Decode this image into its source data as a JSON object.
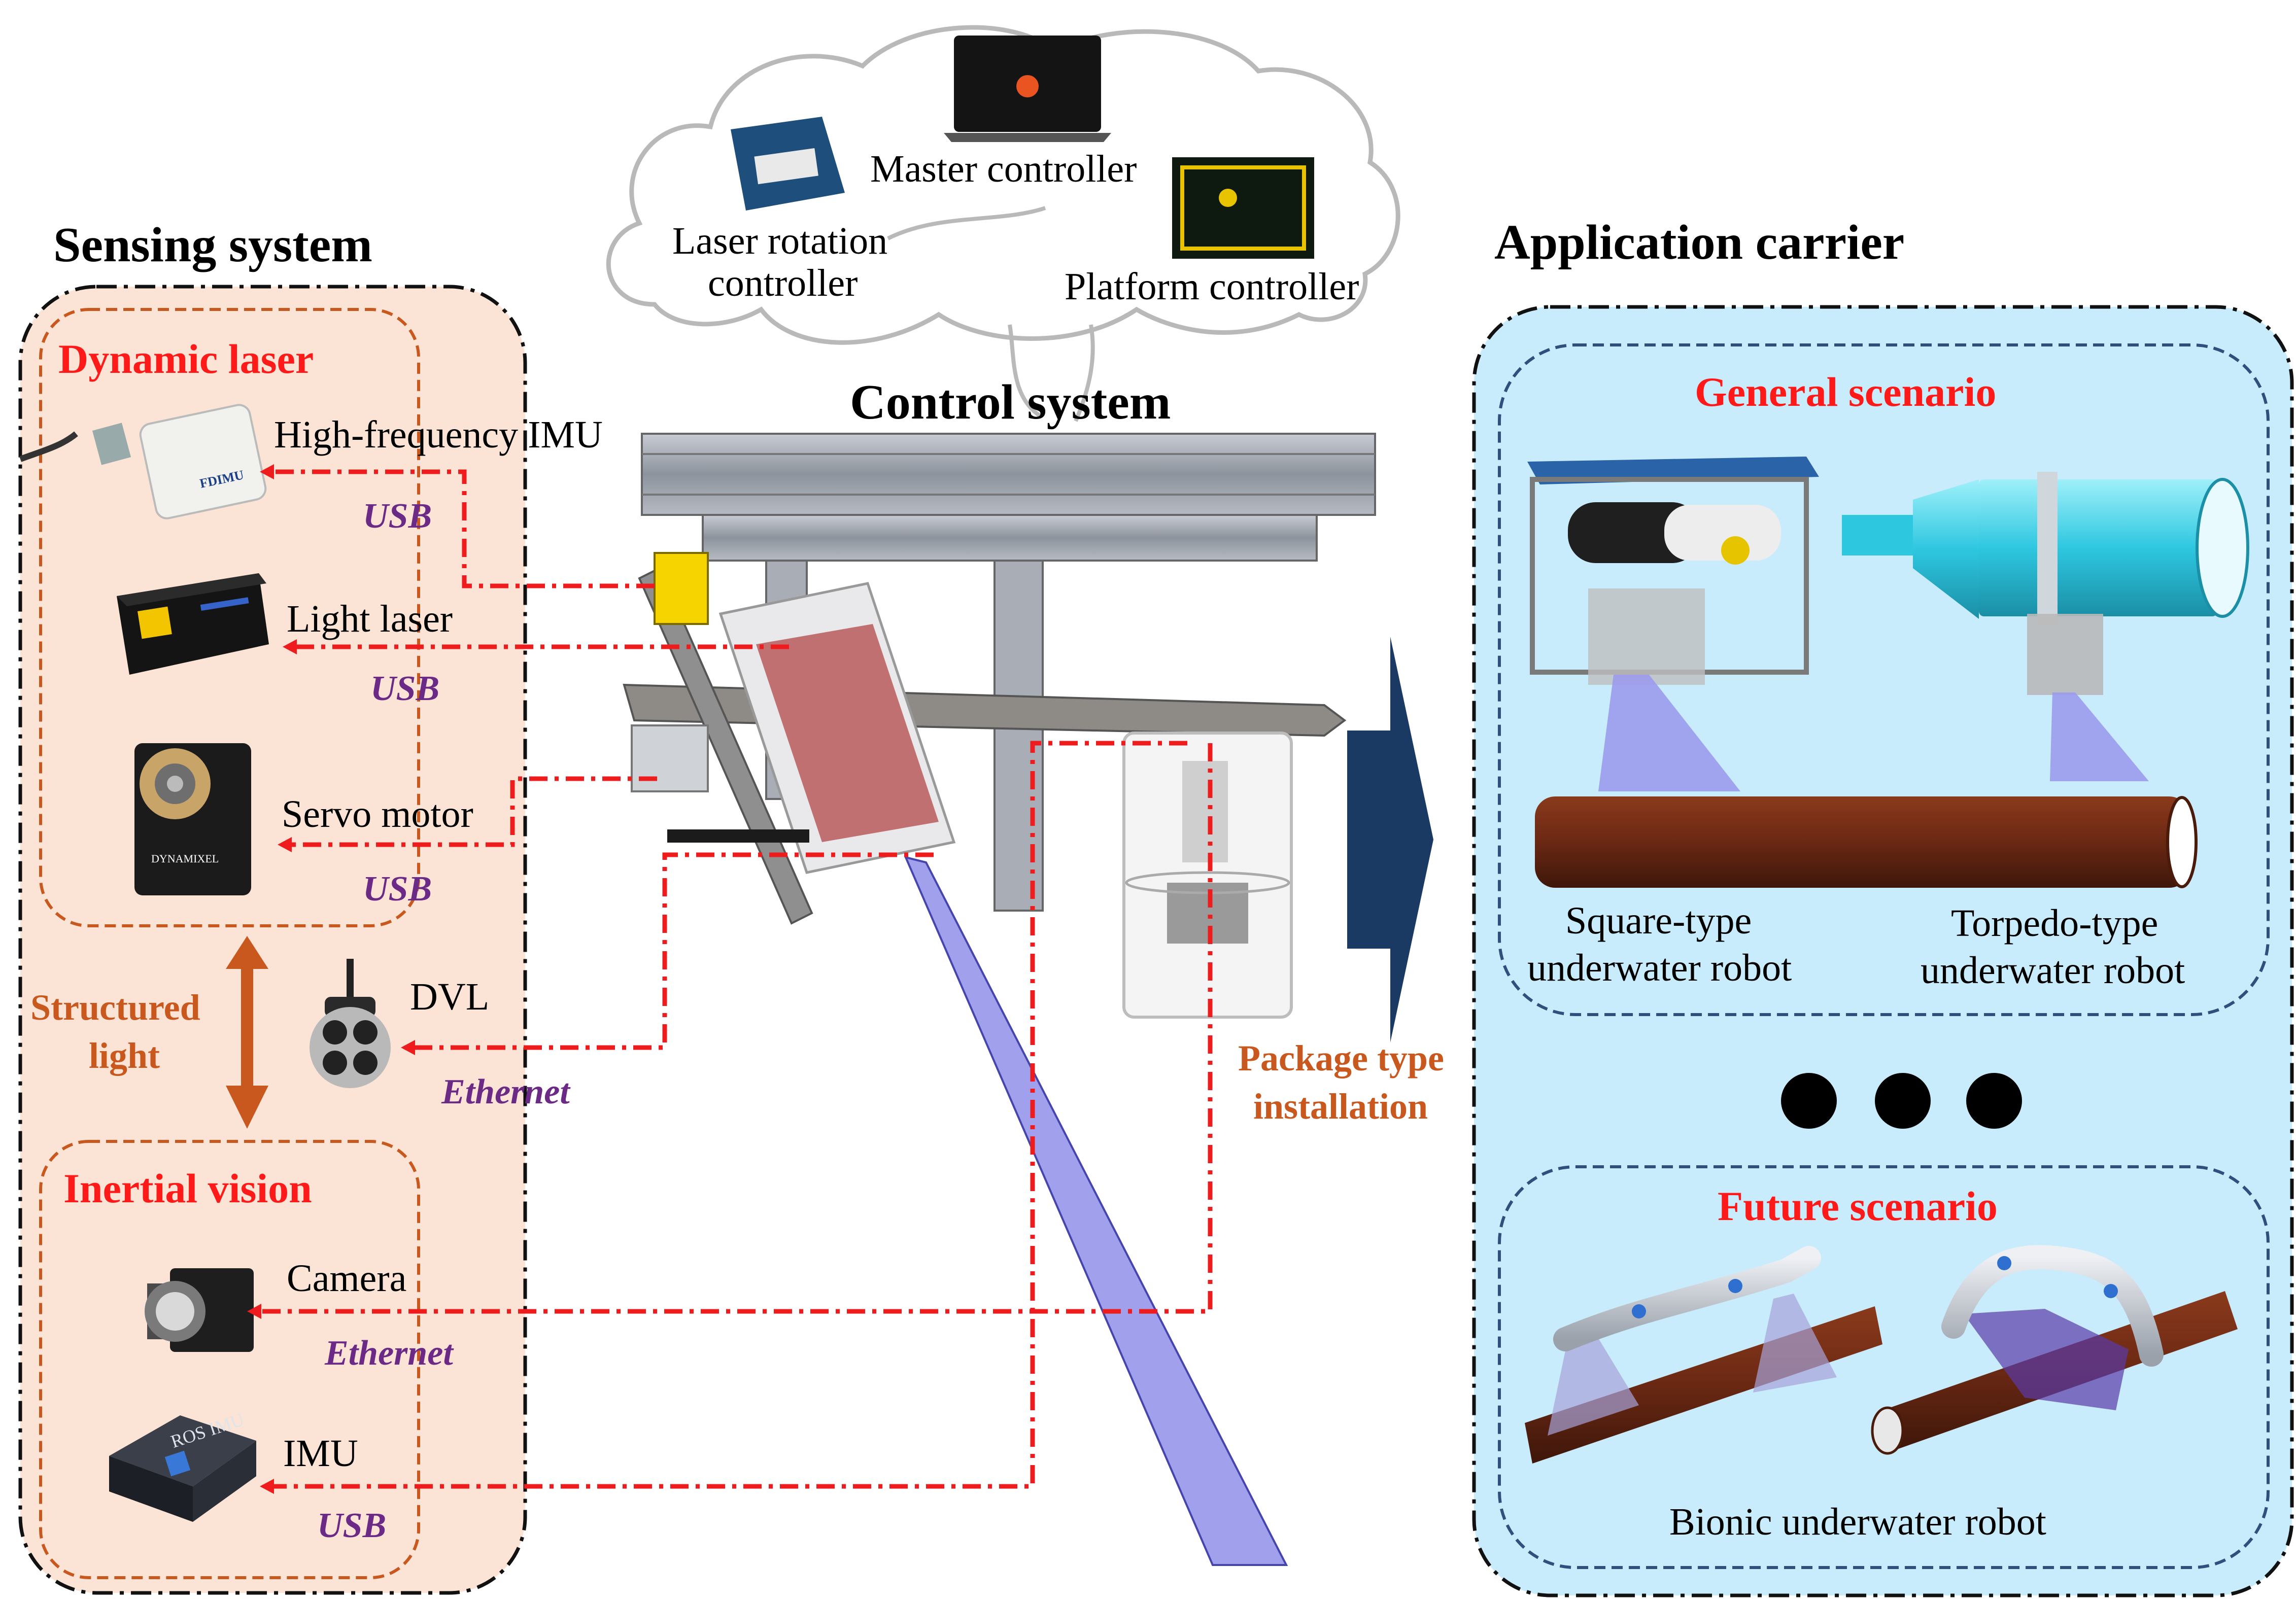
{
  "sensing": {
    "title": "Sensing system",
    "dynamic_laser": "Dynamic laser",
    "inertial_vision": "Inertial vision",
    "structured_light": [
      "Structured",
      "light"
    ],
    "devices": {
      "high_freq_imu": "High-frequency IMU",
      "light_laser": "Light laser",
      "servo_motor": "Servo motor",
      "dvl": "DVL",
      "camera": "Camera",
      "imu": "IMU"
    },
    "interfaces": {
      "high_freq_imu": "USB",
      "light_laser": "USB",
      "servo_motor": "USB",
      "dvl": "Ethernet",
      "camera": "Ethernet",
      "imu": "USB"
    },
    "product_text": {
      "imu_brand": "FDIMU",
      "servo_brand": "DYNAMIXEL",
      "ros_imu": "ROS IMU"
    }
  },
  "control": {
    "title": "Control system",
    "master": "Master controller",
    "laser_rotation": [
      "Laser rotation",
      "controller"
    ],
    "platform": "Platform controller"
  },
  "installation": [
    "Package type",
    "installation"
  ],
  "application": {
    "title": "Application carrier",
    "general": "General scenario",
    "future": "Future scenario",
    "square_robot": [
      "Square-type",
      "underwater robot"
    ],
    "torpedo_robot": [
      "Torpedo-type",
      "underwater robot"
    ],
    "bionic_robot": "Bionic underwater robot"
  },
  "colors": {
    "red_label": "#ff1a1a",
    "interface_purple": "#6a2a86",
    "orange": "#c9581e",
    "sensing_bg": "#fbe4d5",
    "application_bg": "#c8ecfb",
    "arrow_navy": "#1b3a63",
    "laser_violet": "#9b9bec",
    "pipe_brown": "#6e2a14"
  }
}
